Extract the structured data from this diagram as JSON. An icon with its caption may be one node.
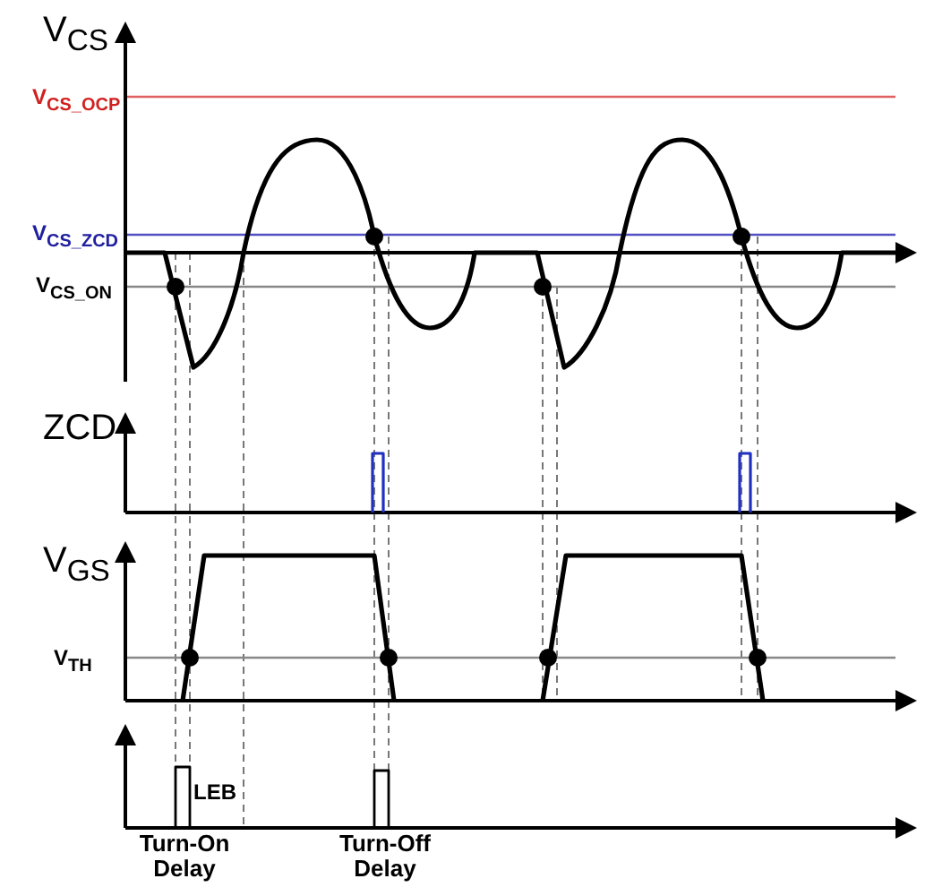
{
  "diagram": {
    "labels": [
      "V$_{CS}$",
      "V$_{CS_OCP}$",
      "V$_{CS_ZCD}$",
      "V$_{CS_ON}$",
      "ZCD",
      "V$_{GS}$",
      "V$_{TH}$",
      "LEB",
      "Turn-On Delay",
      "Turn-Off Delay"
    ]
  }
}
